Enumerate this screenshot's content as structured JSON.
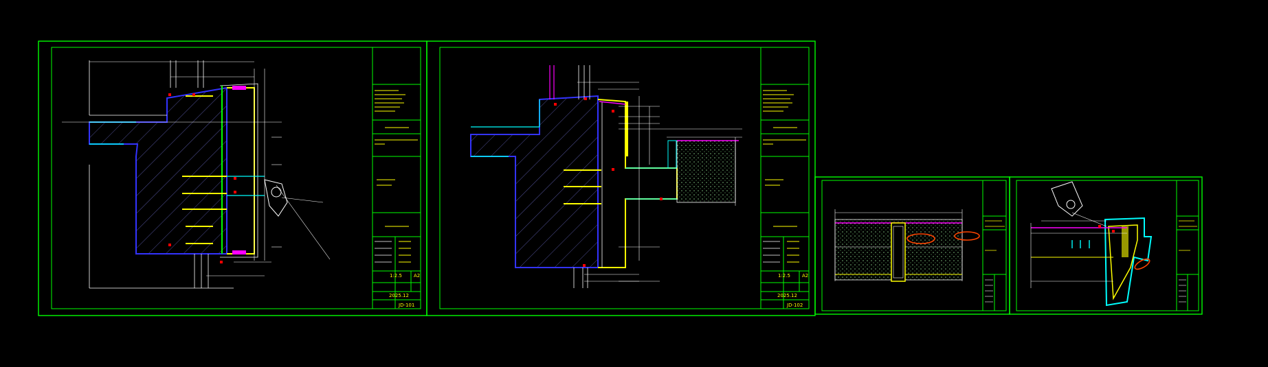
{
  "colors": {
    "background": "#000000",
    "frame": "#00ff00",
    "concrete": "#0000ff",
    "steel": "#ffff00",
    "annotation": "#ffffff",
    "glass": "#ff00ff",
    "accent": "#ff0000",
    "section": "#00ffff",
    "markup": "#ff4500"
  },
  "sheets": [
    {
      "id": "sheet-1",
      "scale": "1:2.5",
      "version": "A2",
      "date": "2025.12",
      "drawing_no": "JD-101"
    },
    {
      "id": "sheet-2",
      "scale": "1:2.5",
      "version": "A2",
      "date": "2025.12",
      "drawing_no": "JD-102"
    },
    {
      "id": "sheet-3"
    },
    {
      "id": "sheet-4"
    }
  ]
}
